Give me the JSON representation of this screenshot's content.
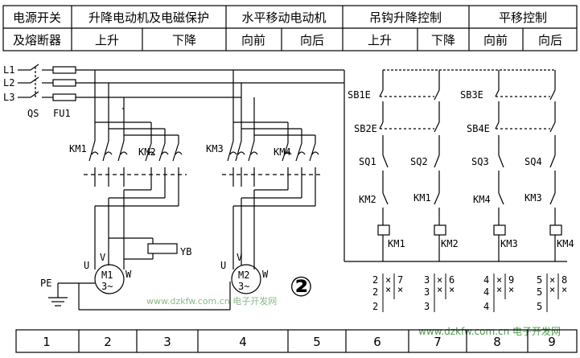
{
  "header": {
    "top": [
      "电源开关",
      "升降电动机及电磁保护",
      "水平移动电动机",
      "吊钩升降控制",
      "平移控制"
    ],
    "bottom": [
      "及熔断器",
      "上升",
      "下降",
      "向前",
      "向后",
      "上升",
      "下降",
      "向前",
      "向后"
    ]
  },
  "labels": {
    "l1": "L1",
    "l2": "L2",
    "l3": "L3",
    "qs": "QS",
    "fu1": "FU1",
    "km1": "KM1",
    "km2": "KM2",
    "km3": "KM3",
    "km4": "KM4",
    "yb": "YB",
    "pe": "PE",
    "u1": "U",
    "v1": "V",
    "w1": "W",
    "u2": "U",
    "v2": "V",
    "w2": "W",
    "m1_name": "M1",
    "m1_sub": "3~",
    "m2_name": "M2",
    "m2_sub": "3~",
    "sb1": "SB1E",
    "sb2": "SB2E",
    "sb3": "SB3E",
    "sb4": "SB4E",
    "sq1": "SQ1",
    "sq2": "SQ2",
    "sq3": "SQ3",
    "sq4": "SQ4",
    "c_km2a": "KM2",
    "c_km1a": "KM1",
    "c_km4a": "KM4",
    "c_km3a": "KM3",
    "coil1": "KM1",
    "coil2": "KM2",
    "coil3": "KM3",
    "coil4": "KM4",
    "circle_num": "②",
    "watermark_center": "www.dzkfw.com.cn 电子开发网",
    "watermark_corner": "www.dzkfw.com.cn 电子开发网"
  },
  "contact_tables": [
    {
      "left": [
        "2",
        "2",
        "2"
      ],
      "right": [
        "7",
        "×"
      ]
    },
    {
      "left": [
        "3",
        "3",
        "3"
      ],
      "right": [
        "6",
        "×"
      ]
    },
    {
      "left": [
        "4",
        "4",
        "4"
      ],
      "right": [
        "9",
        "×"
      ]
    },
    {
      "left": [
        "5",
        "5",
        "5"
      ],
      "right": [
        "8",
        "×"
      ]
    }
  ],
  "zones": [
    "1",
    "2",
    "3",
    "4",
    "5",
    "6",
    "7",
    "8",
    "9"
  ]
}
